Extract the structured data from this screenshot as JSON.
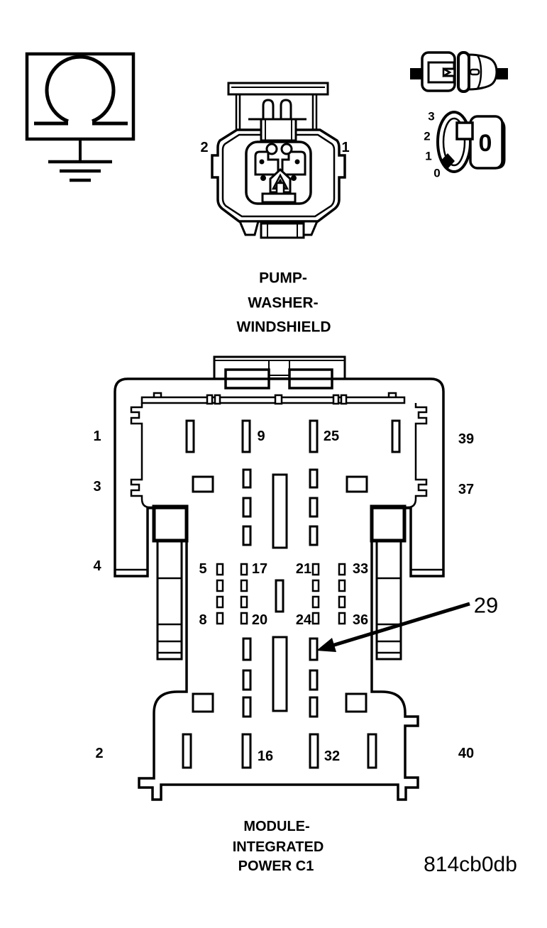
{
  "figure_code": "814cb0db",
  "icons": {
    "ground": "ground-resistance-symbol",
    "inline_connector": "inline-connector-icon",
    "ignition_key": "ignition-key-icon"
  },
  "washer_pump": {
    "caption_lines": [
      "PUMP-",
      "WASHER-",
      "WINDSHIELD"
    ],
    "pin_left": "2",
    "pin_right": "1"
  },
  "key_icon": {
    "positions": [
      "3",
      "2",
      "1",
      "0"
    ],
    "face_label": "0"
  },
  "mip_connector": {
    "caption_lines": [
      "MODULE-",
      "INTEGRATED",
      "POWER C1"
    ],
    "pins": [
      "1",
      "9",
      "25",
      "39",
      "3",
      "37",
      "4",
      "5",
      "17",
      "21",
      "33",
      "8",
      "20",
      "24",
      "36",
      "2",
      "16",
      "32",
      "40"
    ],
    "callout_pin": "29"
  }
}
